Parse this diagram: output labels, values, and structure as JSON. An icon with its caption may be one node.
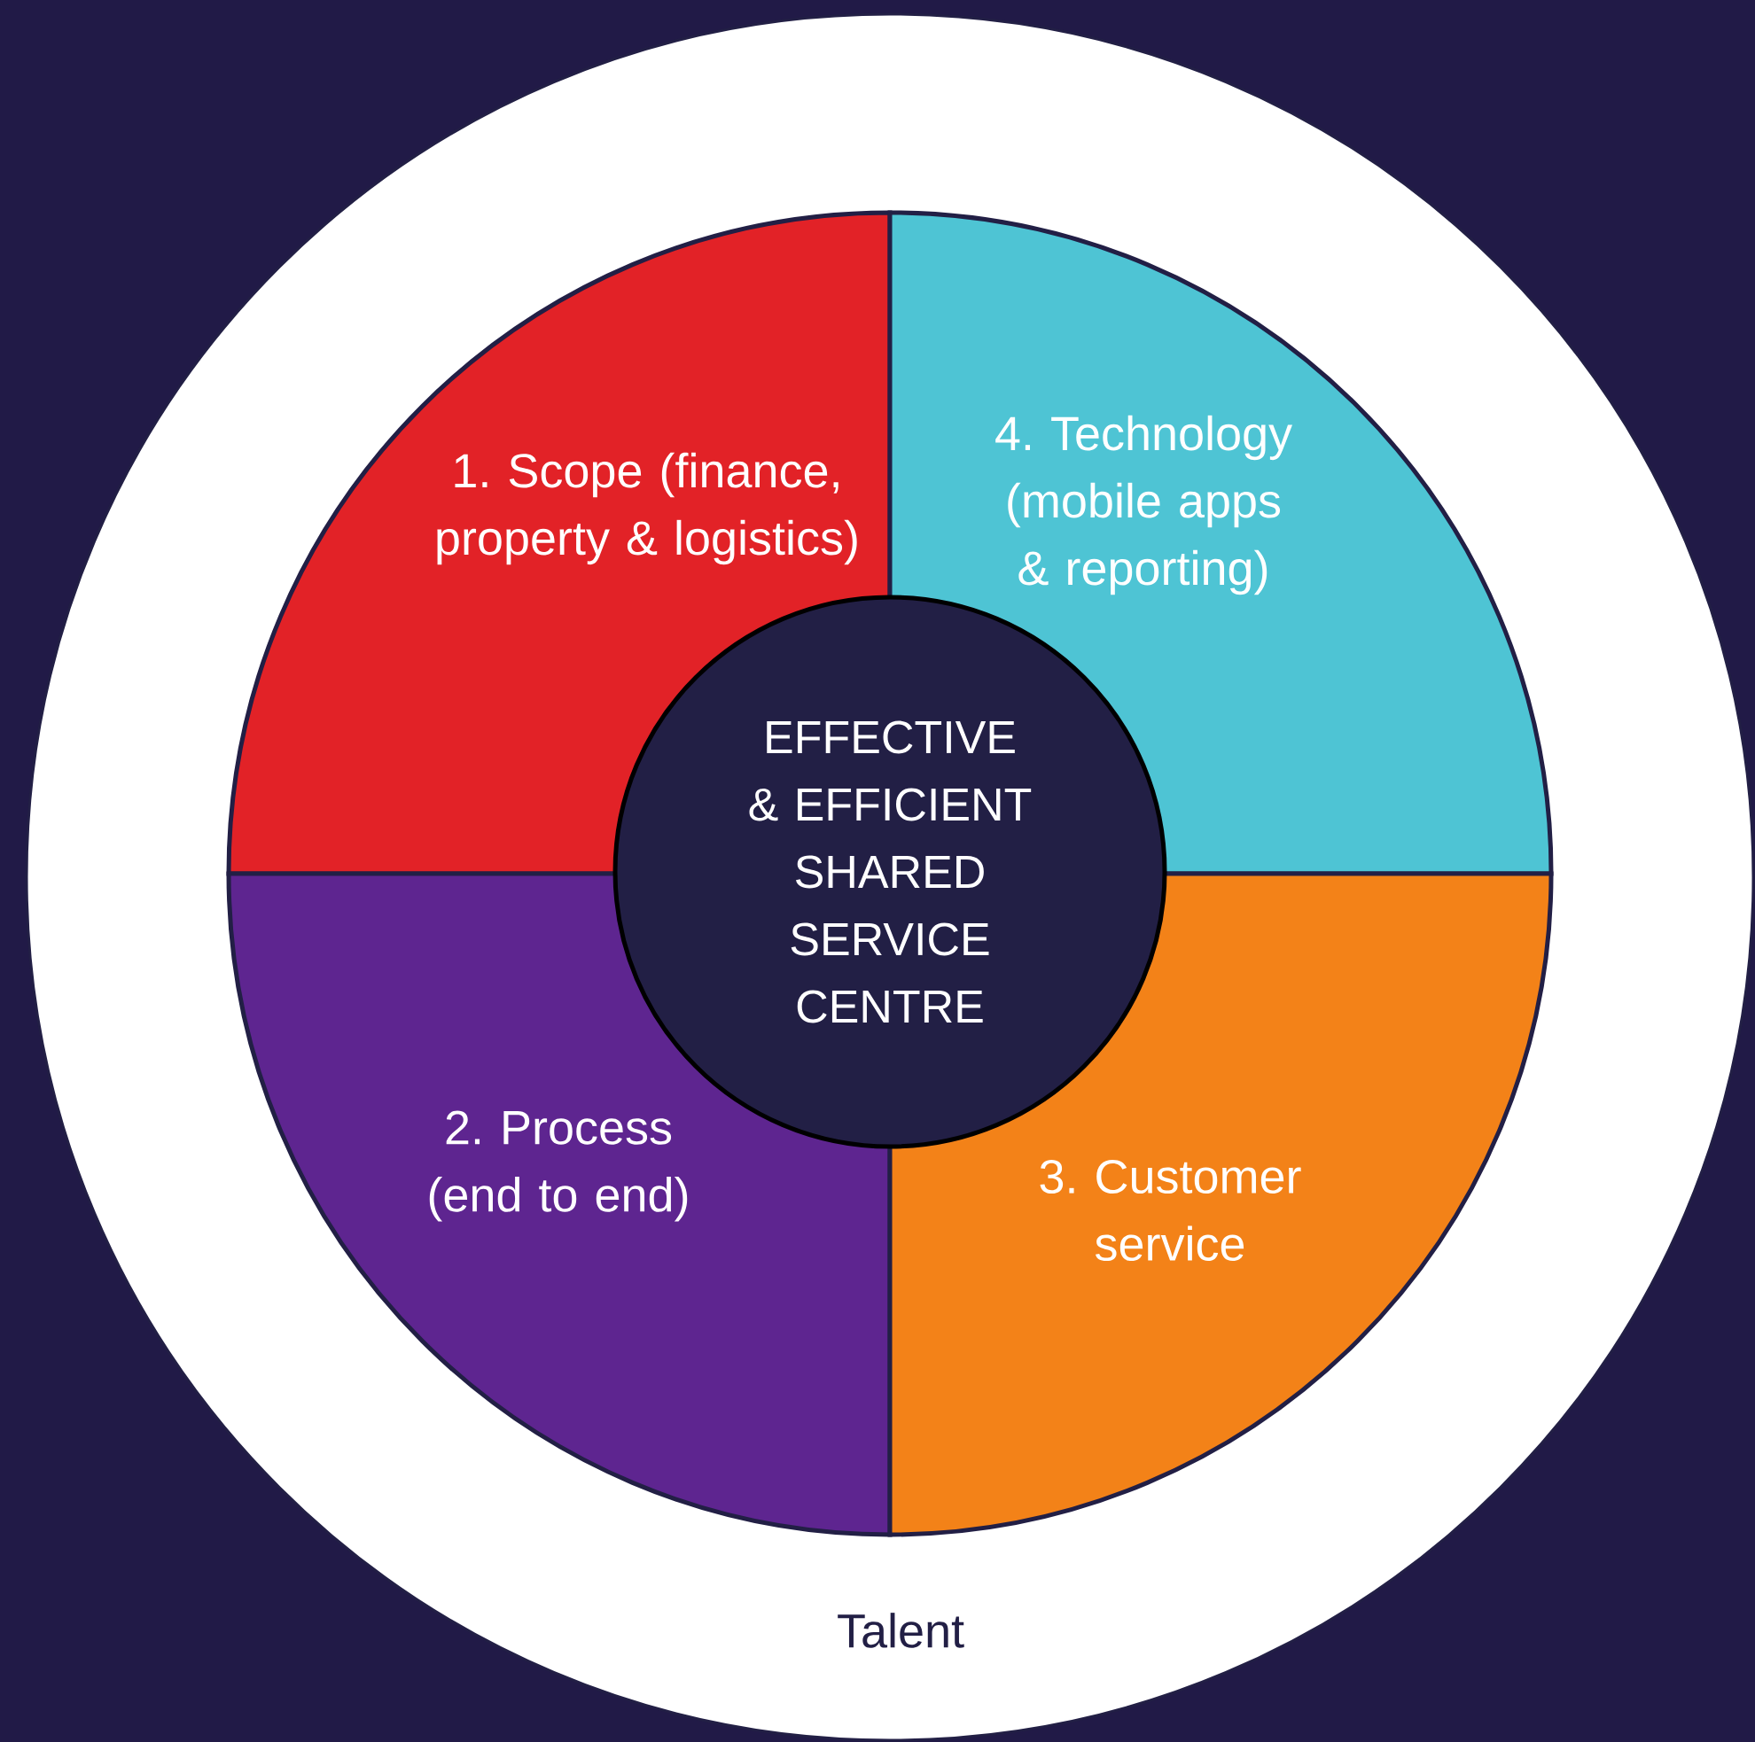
{
  "diagram": {
    "nodes": [
      {
        "text": [
          "Talent"
        ]
      },
      {
        "text": [
          "1. Scope (finance, property & logistics)"
        ],
        "in": 0
      },
      {
        "text": [
          "4. Technology (mobile apps & reporting)"
        ],
        "in": 0
      },
      {
        "text": [
          "2. Process (end to end)"
        ],
        "in": 0
      },
      {
        "text": [
          "3. Customer service"
        ],
        "in": 0
      },
      {
        "text": [
          "EFFECTIVE & EFFICIENT SHARED SERVICE CENTRE"
        ],
        "in": 0
      }
    ]
  }
}
